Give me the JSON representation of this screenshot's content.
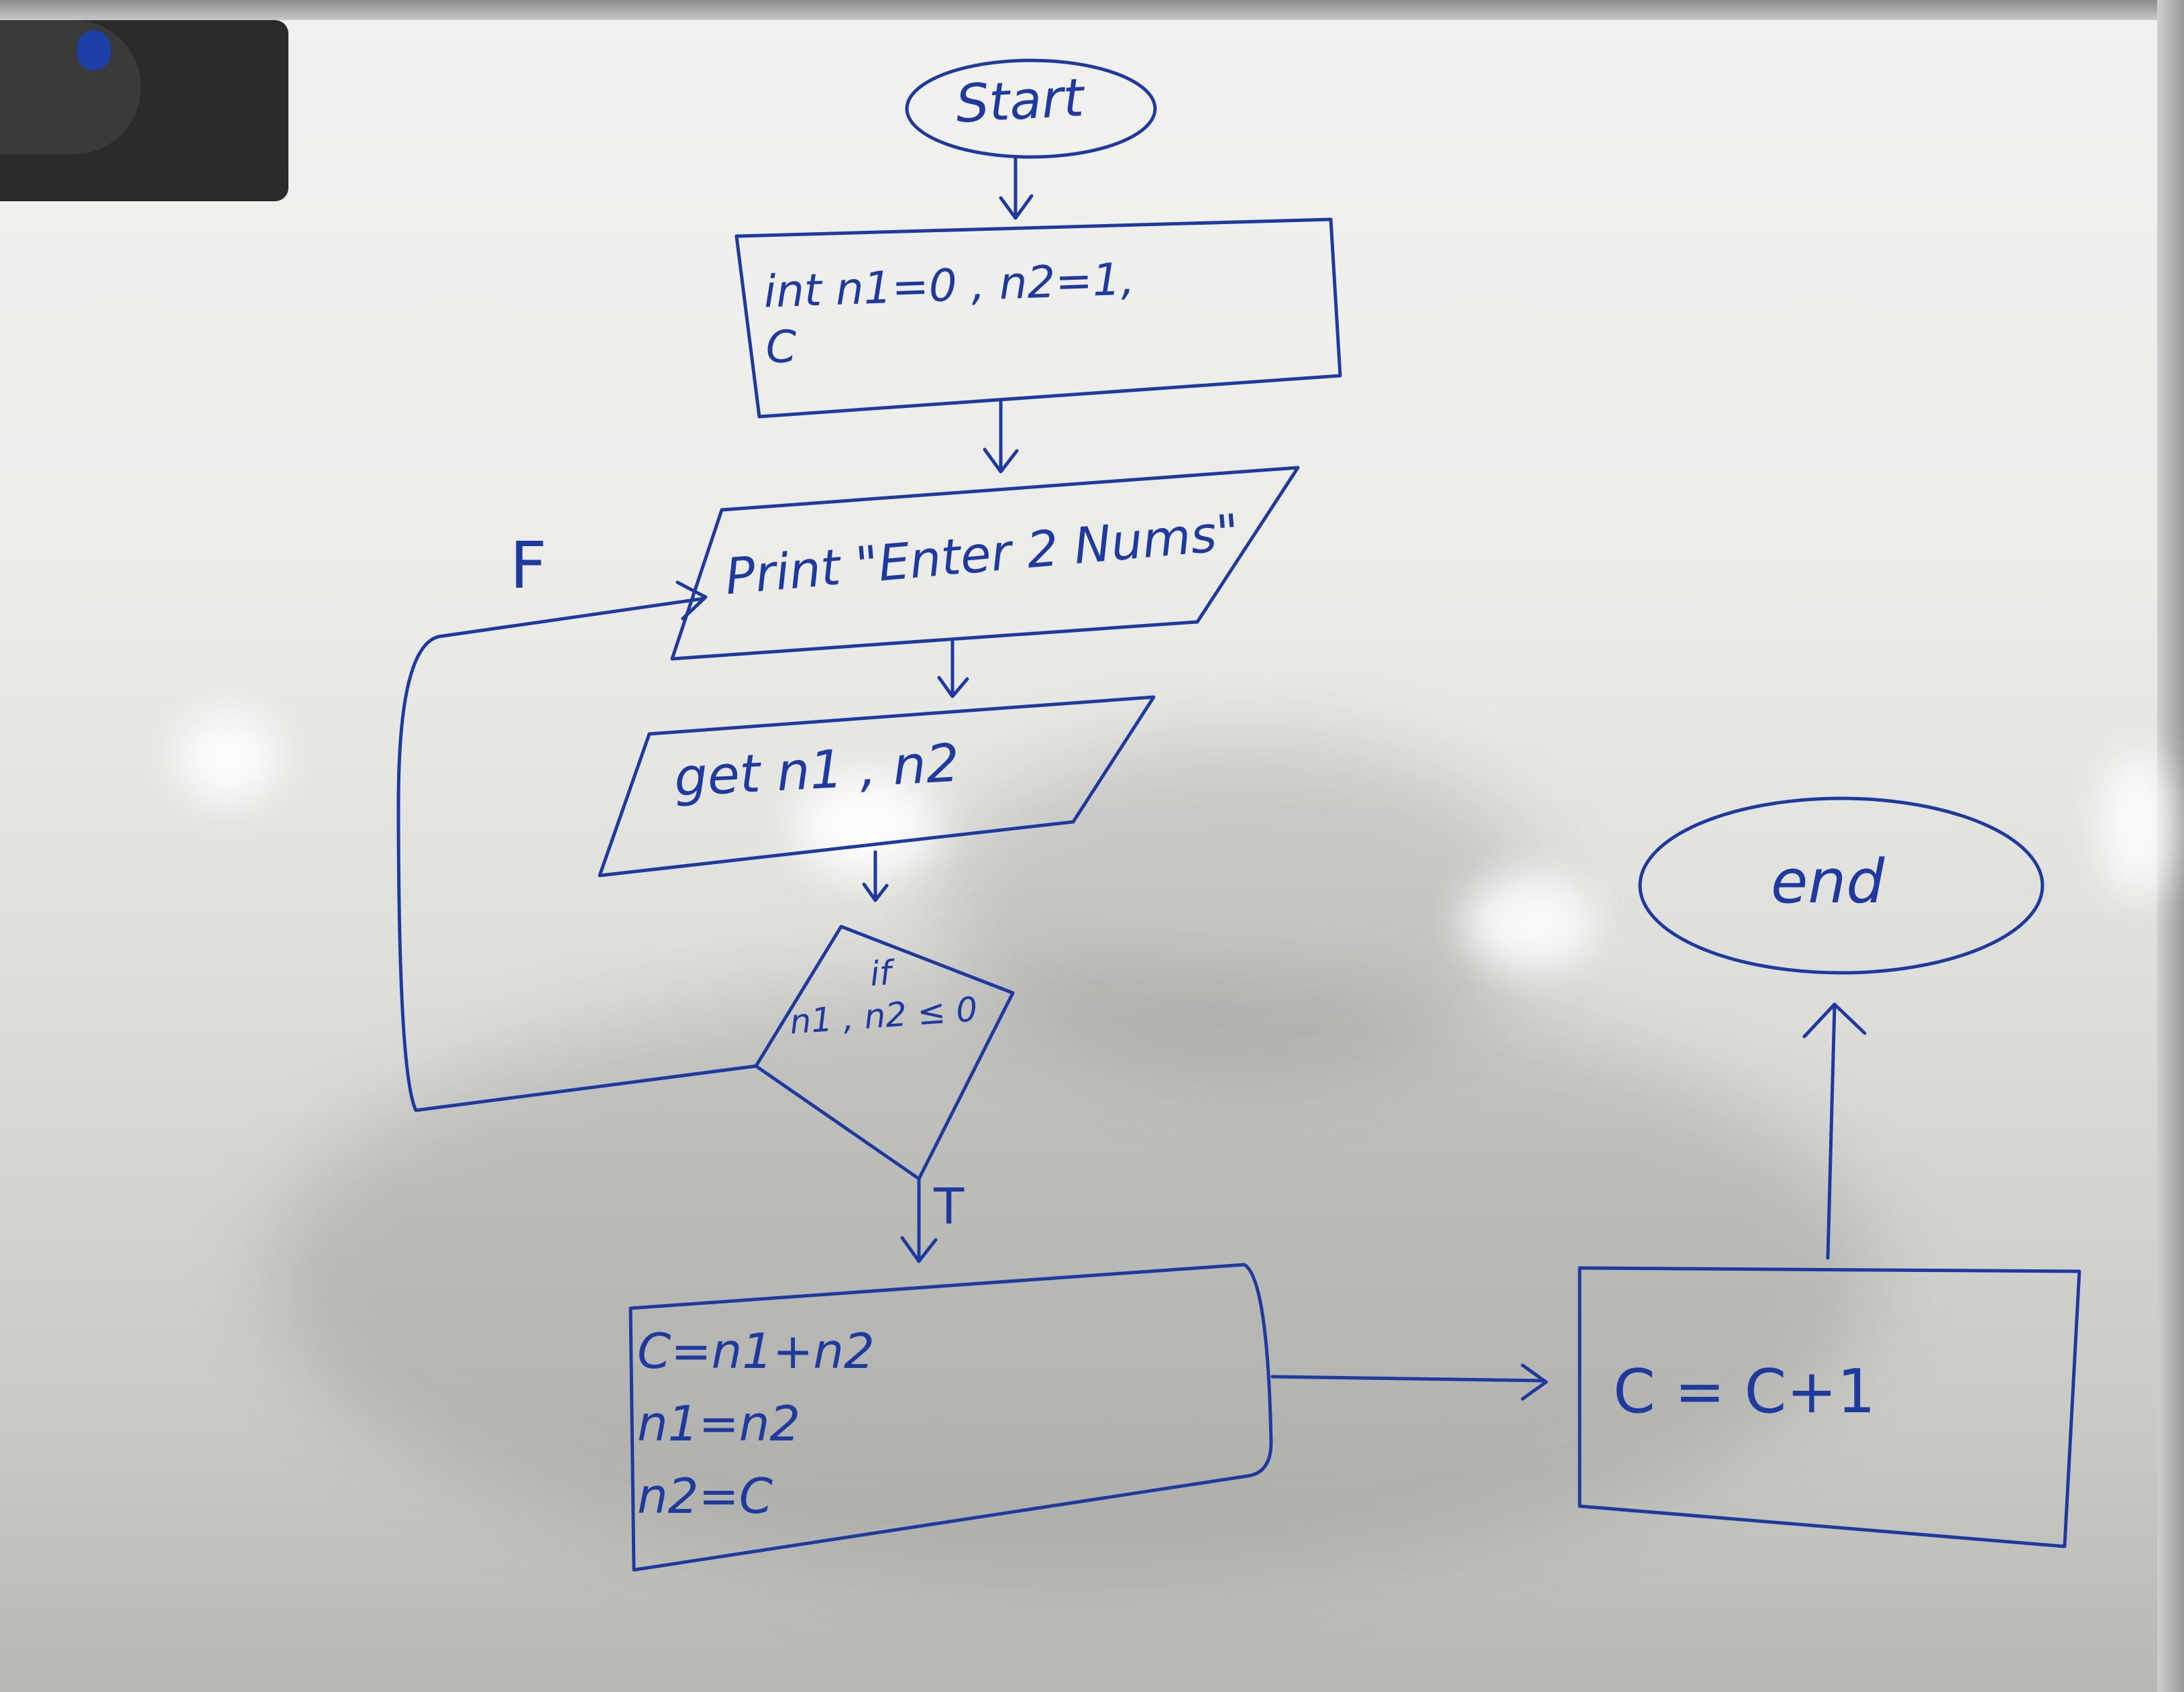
{
  "flowchart": {
    "start_label": "Start",
    "init_lines": [
      "int n1=0 , n2=1,",
      "C"
    ],
    "print_label": "Print \"Enter 2 Nums\"",
    "input_label": "get n1 , n2",
    "decision_lines": [
      "if",
      "n1 , n2 ≤ 0"
    ],
    "false_label": "F",
    "true_label": "T",
    "process_lines": [
      "C=n1+n2",
      "n1=n2",
      "n2=C"
    ],
    "increment_label": "C = C+1",
    "end_label": "end"
  },
  "colors": {
    "ink": "#1f3a9e",
    "board": "#efefec"
  }
}
